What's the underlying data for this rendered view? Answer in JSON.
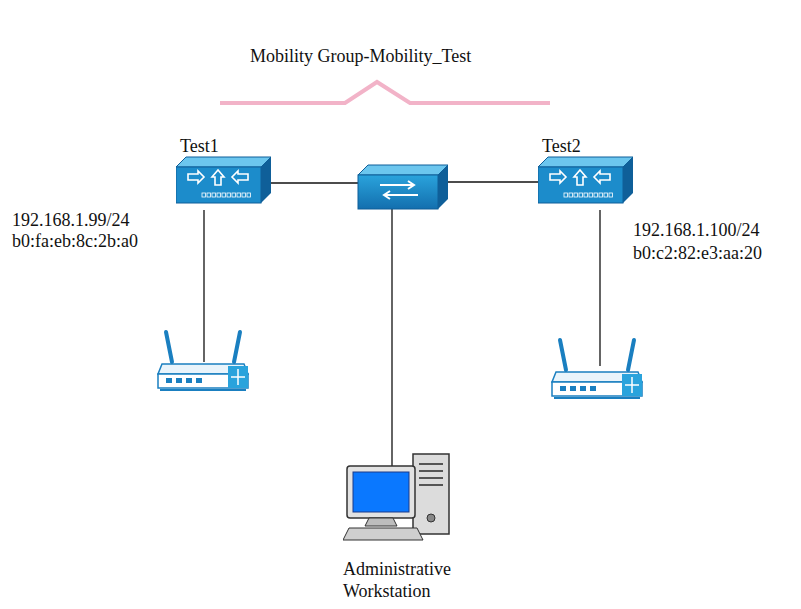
{
  "diagram": {
    "title": "Mobility Group-Mobility_Test",
    "nodes": [
      {
        "text": [
          "Test1"
        ]
      },
      {
        "text": [
          "Test2"
        ]
      },
      {
        "text": [
          "Administrative Workstation"
        ]
      }
    ],
    "labels": [
      "192.168.1.99/24",
      "b0:fa:eb:8c:2b:a0",
      "192.168.1.100/24",
      "b0:c2:82:e3:aa:20"
    ]
  }
}
